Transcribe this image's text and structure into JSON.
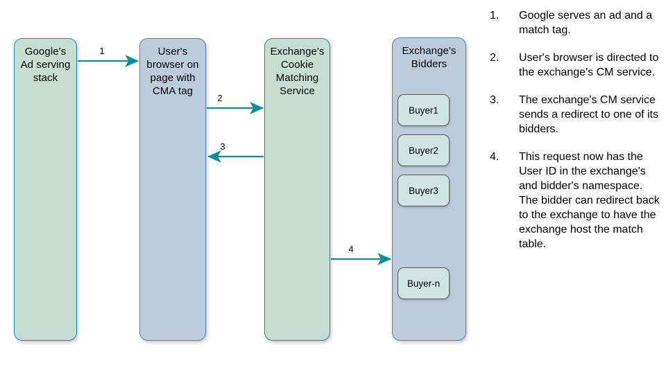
{
  "diagram": {
    "nodes": [
      {
        "id": "google-ad-serving-stack",
        "label": "Google's\nAd serving\nstack",
        "style": "green"
      },
      {
        "id": "user-browser",
        "label": "User's\nbrowser on\npage with\nCMA tag",
        "style": "blue"
      },
      {
        "id": "exchange-cookie-matching-service",
        "label": "Exchange's\nCookie\nMatching\nService",
        "style": "green"
      },
      {
        "id": "exchange-bidders",
        "label": "Exchange's\nBidders",
        "style": "blue"
      }
    ],
    "buyers": [
      {
        "id": "buyer-1",
        "label": "Buyer1"
      },
      {
        "id": "buyer-2",
        "label": "Buyer2"
      },
      {
        "id": "buyer-3",
        "label": "Buyer3"
      },
      {
        "id": "buyer-n",
        "label": "Buyer-n"
      }
    ],
    "arrows": [
      {
        "id": "arrow-1",
        "label": "1",
        "from": "google-ad-serving-stack",
        "to": "user-browser",
        "direction": "right"
      },
      {
        "id": "arrow-2",
        "label": "2",
        "from": "user-browser",
        "to": "exchange-cookie-matching-service",
        "direction": "right"
      },
      {
        "id": "arrow-3",
        "label": "3",
        "from": "exchange-cookie-matching-service",
        "to": "user-browser",
        "direction": "left"
      },
      {
        "id": "arrow-4",
        "label": "4",
        "from": "exchange-cookie-matching-service",
        "to": "exchange-bidders",
        "direction": "right"
      }
    ],
    "colors": {
      "green_fill": "#c5ddd3",
      "green_stroke": "#1a8f9e",
      "blue_fill": "#bdccdd",
      "blue_stroke": "#4a7fc1",
      "buyer_fill": "#cfe5e1",
      "buyer_stroke": "#5a5a5a",
      "arrow": "#0b8ca0"
    }
  },
  "steps": [
    {
      "number": "1.",
      "text": "Google serves an ad and a match tag."
    },
    {
      "number": "2.",
      "text": "User's browser is directed to the exchange's CM service."
    },
    {
      "number": "3.",
      "text": "The exchange's CM service sends a redirect to one of its bidders."
    },
    {
      "number": "4.",
      "text": "This request now has the User ID in the exchange's and bidder's namespace. The bidder can redirect back to the exchange to have the exchange host the match table."
    }
  ]
}
